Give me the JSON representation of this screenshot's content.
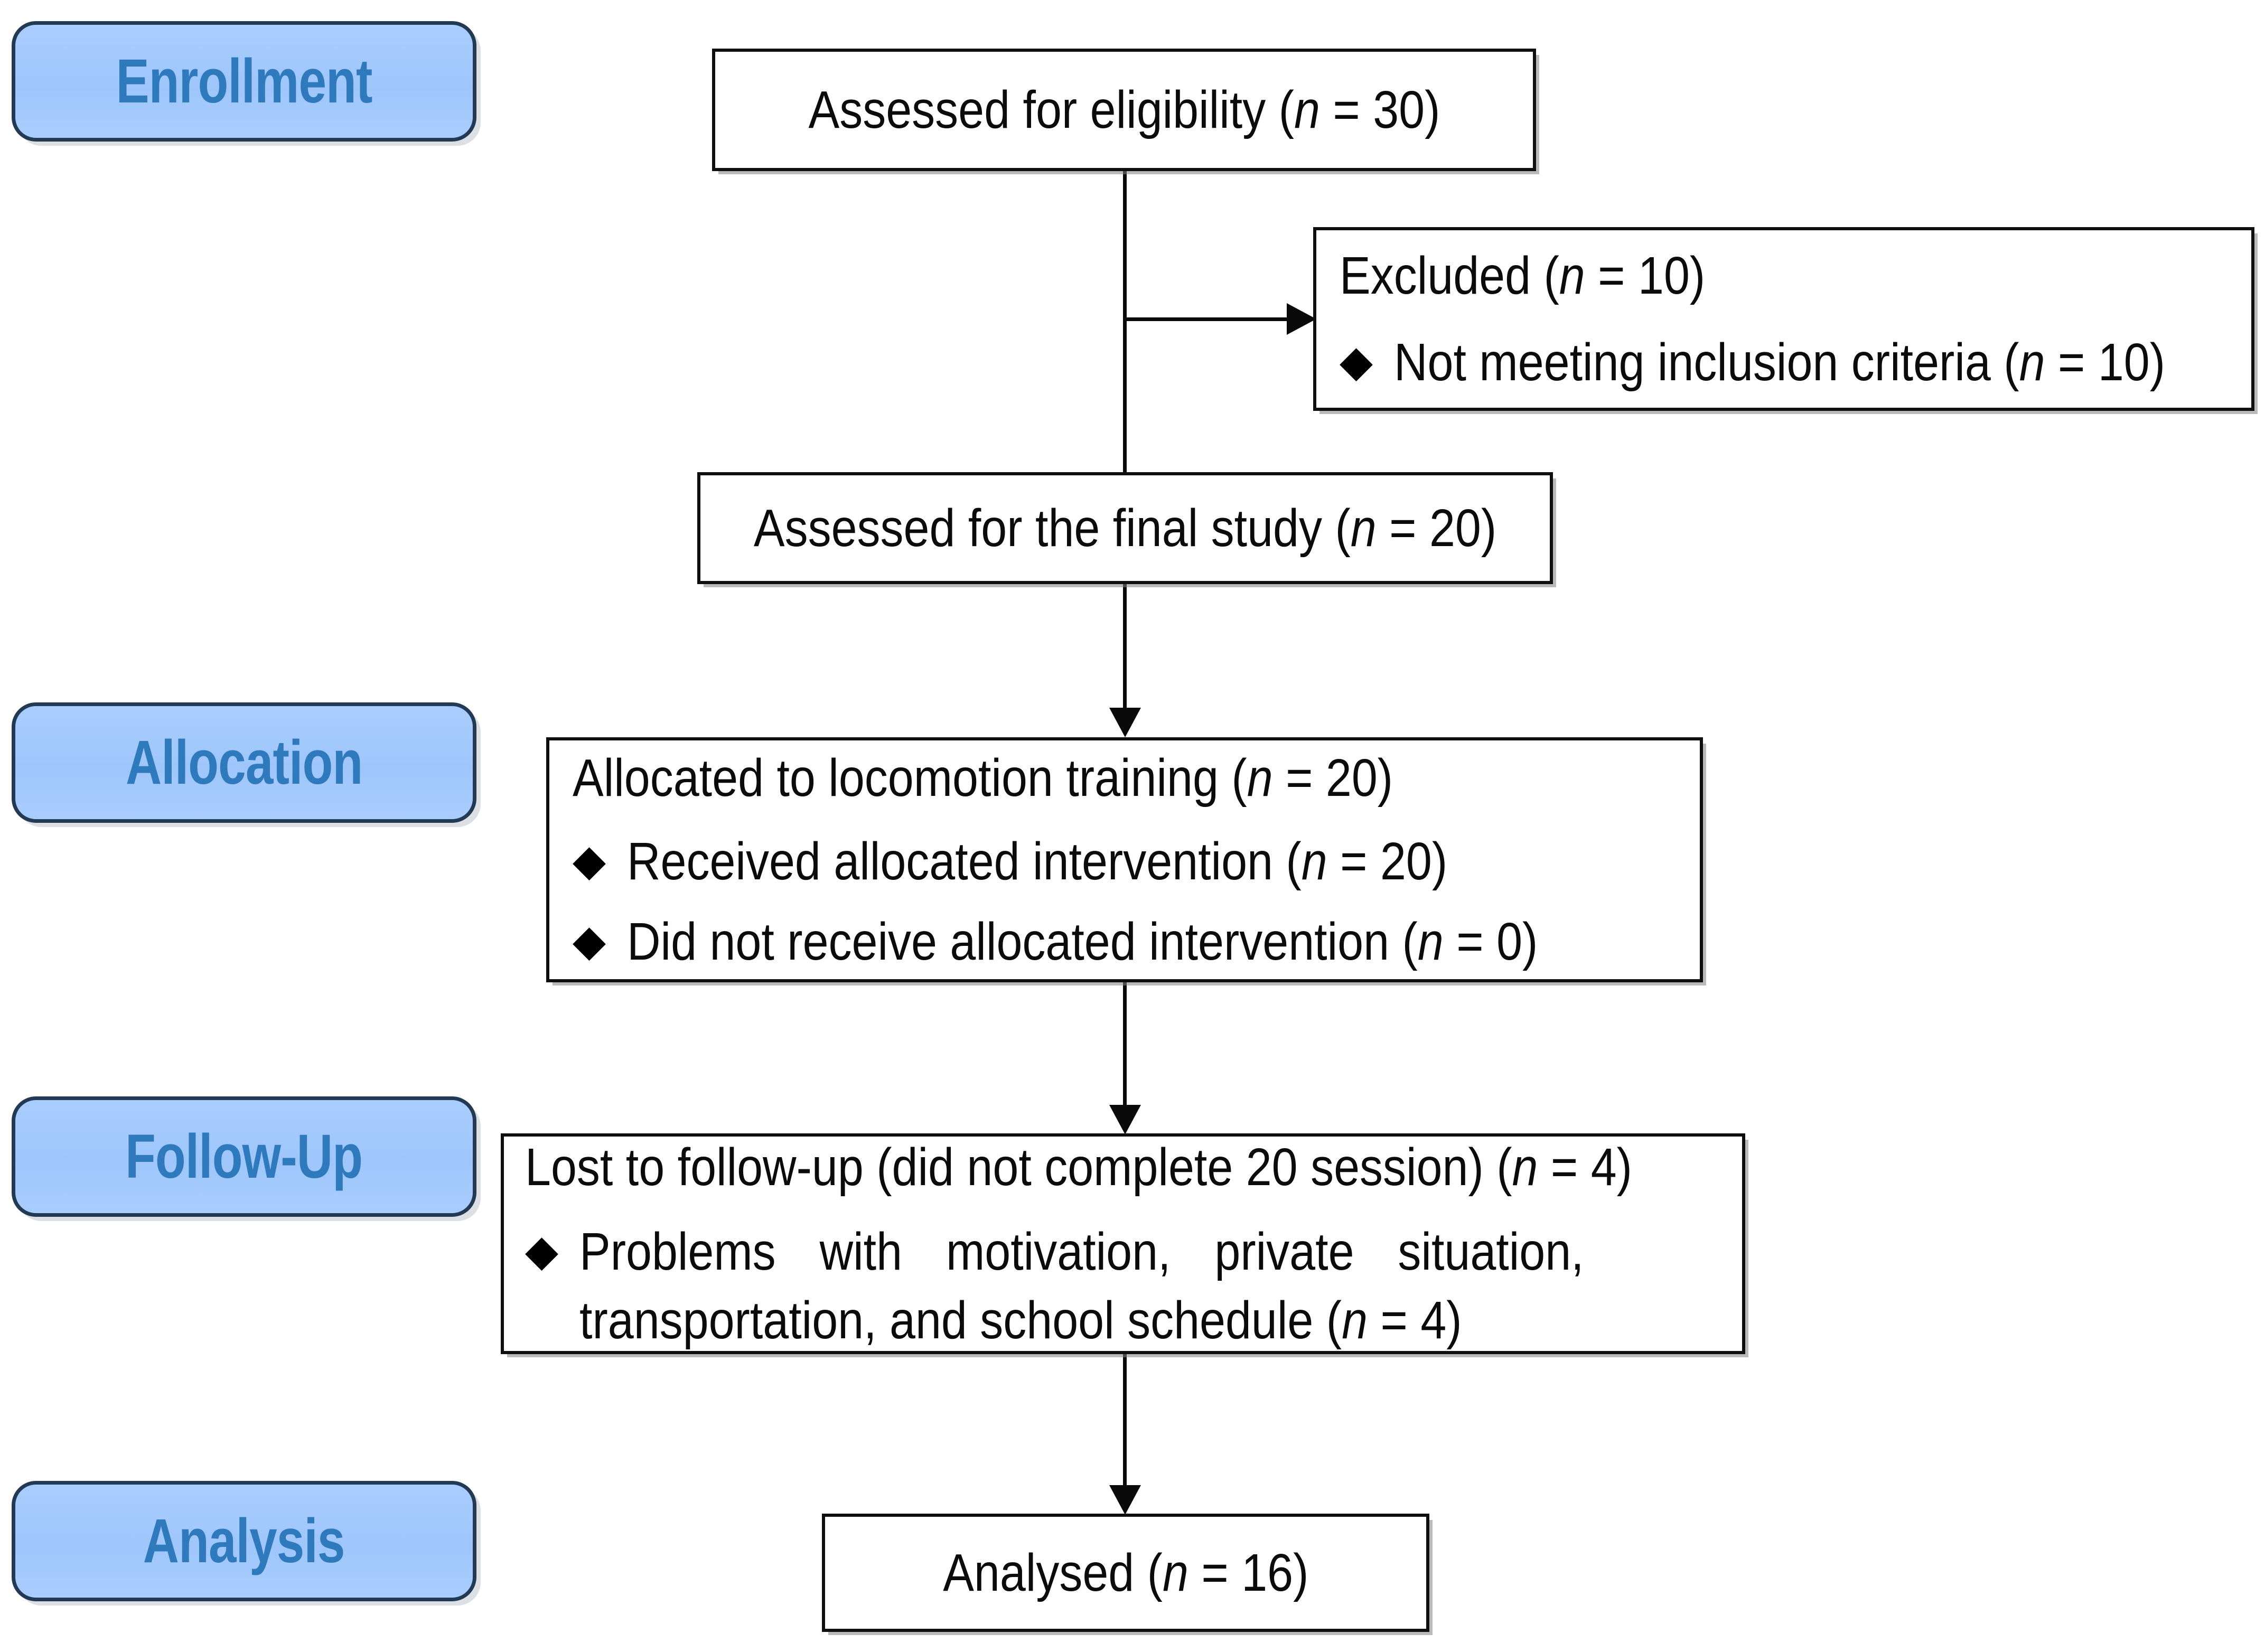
{
  "diagram": {
    "title": "CONSORT participant flow diagram",
    "colors": {
      "stage_fill": "#a4c9fb",
      "stage_border": "#233a55",
      "stage_text": "#2f79bd",
      "node_border": "#0f0f0f",
      "node_fill": "#ffffff",
      "connector": "#0a0a0a"
    },
    "bullet_glyph": "◆",
    "stages": [
      {
        "id": "enrollment",
        "label": "Enrollment"
      },
      {
        "id": "allocation",
        "label": "Allocation"
      },
      {
        "id": "follow-up",
        "label": "Follow-Up"
      },
      {
        "id": "analysis",
        "label": "Analysis"
      }
    ],
    "nodes": {
      "assessed_eligibility": {
        "heading_pre": "Assessed for eligibility (",
        "heading_n": "n",
        "heading_post": " = 30)",
        "n_value": 30
      },
      "excluded": {
        "heading_pre": "Excluded (",
        "heading_n": "n",
        "heading_post": " = 10)",
        "n_value": 10,
        "bullets": [
          {
            "pre": "Not meeting inclusion criteria (",
            "n": "n",
            "post": " = 10)",
            "n_value": 10
          }
        ]
      },
      "assessed_final": {
        "heading_pre": "Assessed for the final study (",
        "heading_n": "n",
        "heading_post": " = 20)",
        "n_value": 20
      },
      "allocated": {
        "heading_pre": "Allocated to locomotion training (",
        "heading_n": "n",
        "heading_post": " = 20)",
        "n_value": 20,
        "bullets": [
          {
            "pre": "Received allocated intervention (",
            "n": "n",
            "post": " = 20)",
            "n_value": 20
          },
          {
            "pre": "Did not receive allocated intervention (",
            "n": "n",
            "post": " = 0)",
            "n_value": 0
          }
        ]
      },
      "lost_followup": {
        "heading_pre": "Lost to follow-up (did not complete 20 session) (",
        "heading_n": "n",
        "heading_post": " = 4)",
        "n_value": 4,
        "bullets": [
          {
            "pre": "Problems with motivation, private situation, transportation, and school schedule (",
            "n": "n",
            "post": " = 4)",
            "n_value": 4
          }
        ]
      },
      "analysed": {
        "heading_pre": "Analysed  (",
        "heading_n": "n",
        "heading_post": " = 16)",
        "n_value": 16
      }
    }
  },
  "chart_data": {
    "type": "diagram",
    "title": "CONSORT participant flow diagram",
    "flow": [
      {
        "stage": "Enrollment",
        "node": "Assessed for eligibility",
        "n": 30
      },
      {
        "stage": "Enrollment",
        "node": "Excluded",
        "n": 10,
        "details": [
          {
            "reason": "Not meeting inclusion criteria",
            "n": 10
          }
        ]
      },
      {
        "stage": "Enrollment",
        "node": "Assessed for the final study",
        "n": 20
      },
      {
        "stage": "Allocation",
        "node": "Allocated to locomotion training",
        "n": 20,
        "details": [
          {
            "reason": "Received allocated intervention",
            "n": 20
          },
          {
            "reason": "Did not receive allocated intervention",
            "n": 0
          }
        ]
      },
      {
        "stage": "Follow-Up",
        "node": "Lost to follow-up (did not complete 20 session)",
        "n": 4,
        "details": [
          {
            "reason": "Problems with motivation, private situation, transportation, and school schedule",
            "n": 4
          }
        ]
      },
      {
        "stage": "Analysis",
        "node": "Analysed",
        "n": 16
      }
    ],
    "edges": [
      {
        "from": "Assessed for eligibility",
        "to": "Excluded",
        "direction": "right"
      },
      {
        "from": "Assessed for eligibility",
        "to": "Assessed for the final study",
        "direction": "down"
      },
      {
        "from": "Assessed for the final study",
        "to": "Allocated to locomotion training",
        "direction": "down"
      },
      {
        "from": "Allocated to locomotion training",
        "to": "Lost to follow-up",
        "direction": "down"
      },
      {
        "from": "Lost to follow-up",
        "to": "Analysed",
        "direction": "down"
      }
    ]
  }
}
